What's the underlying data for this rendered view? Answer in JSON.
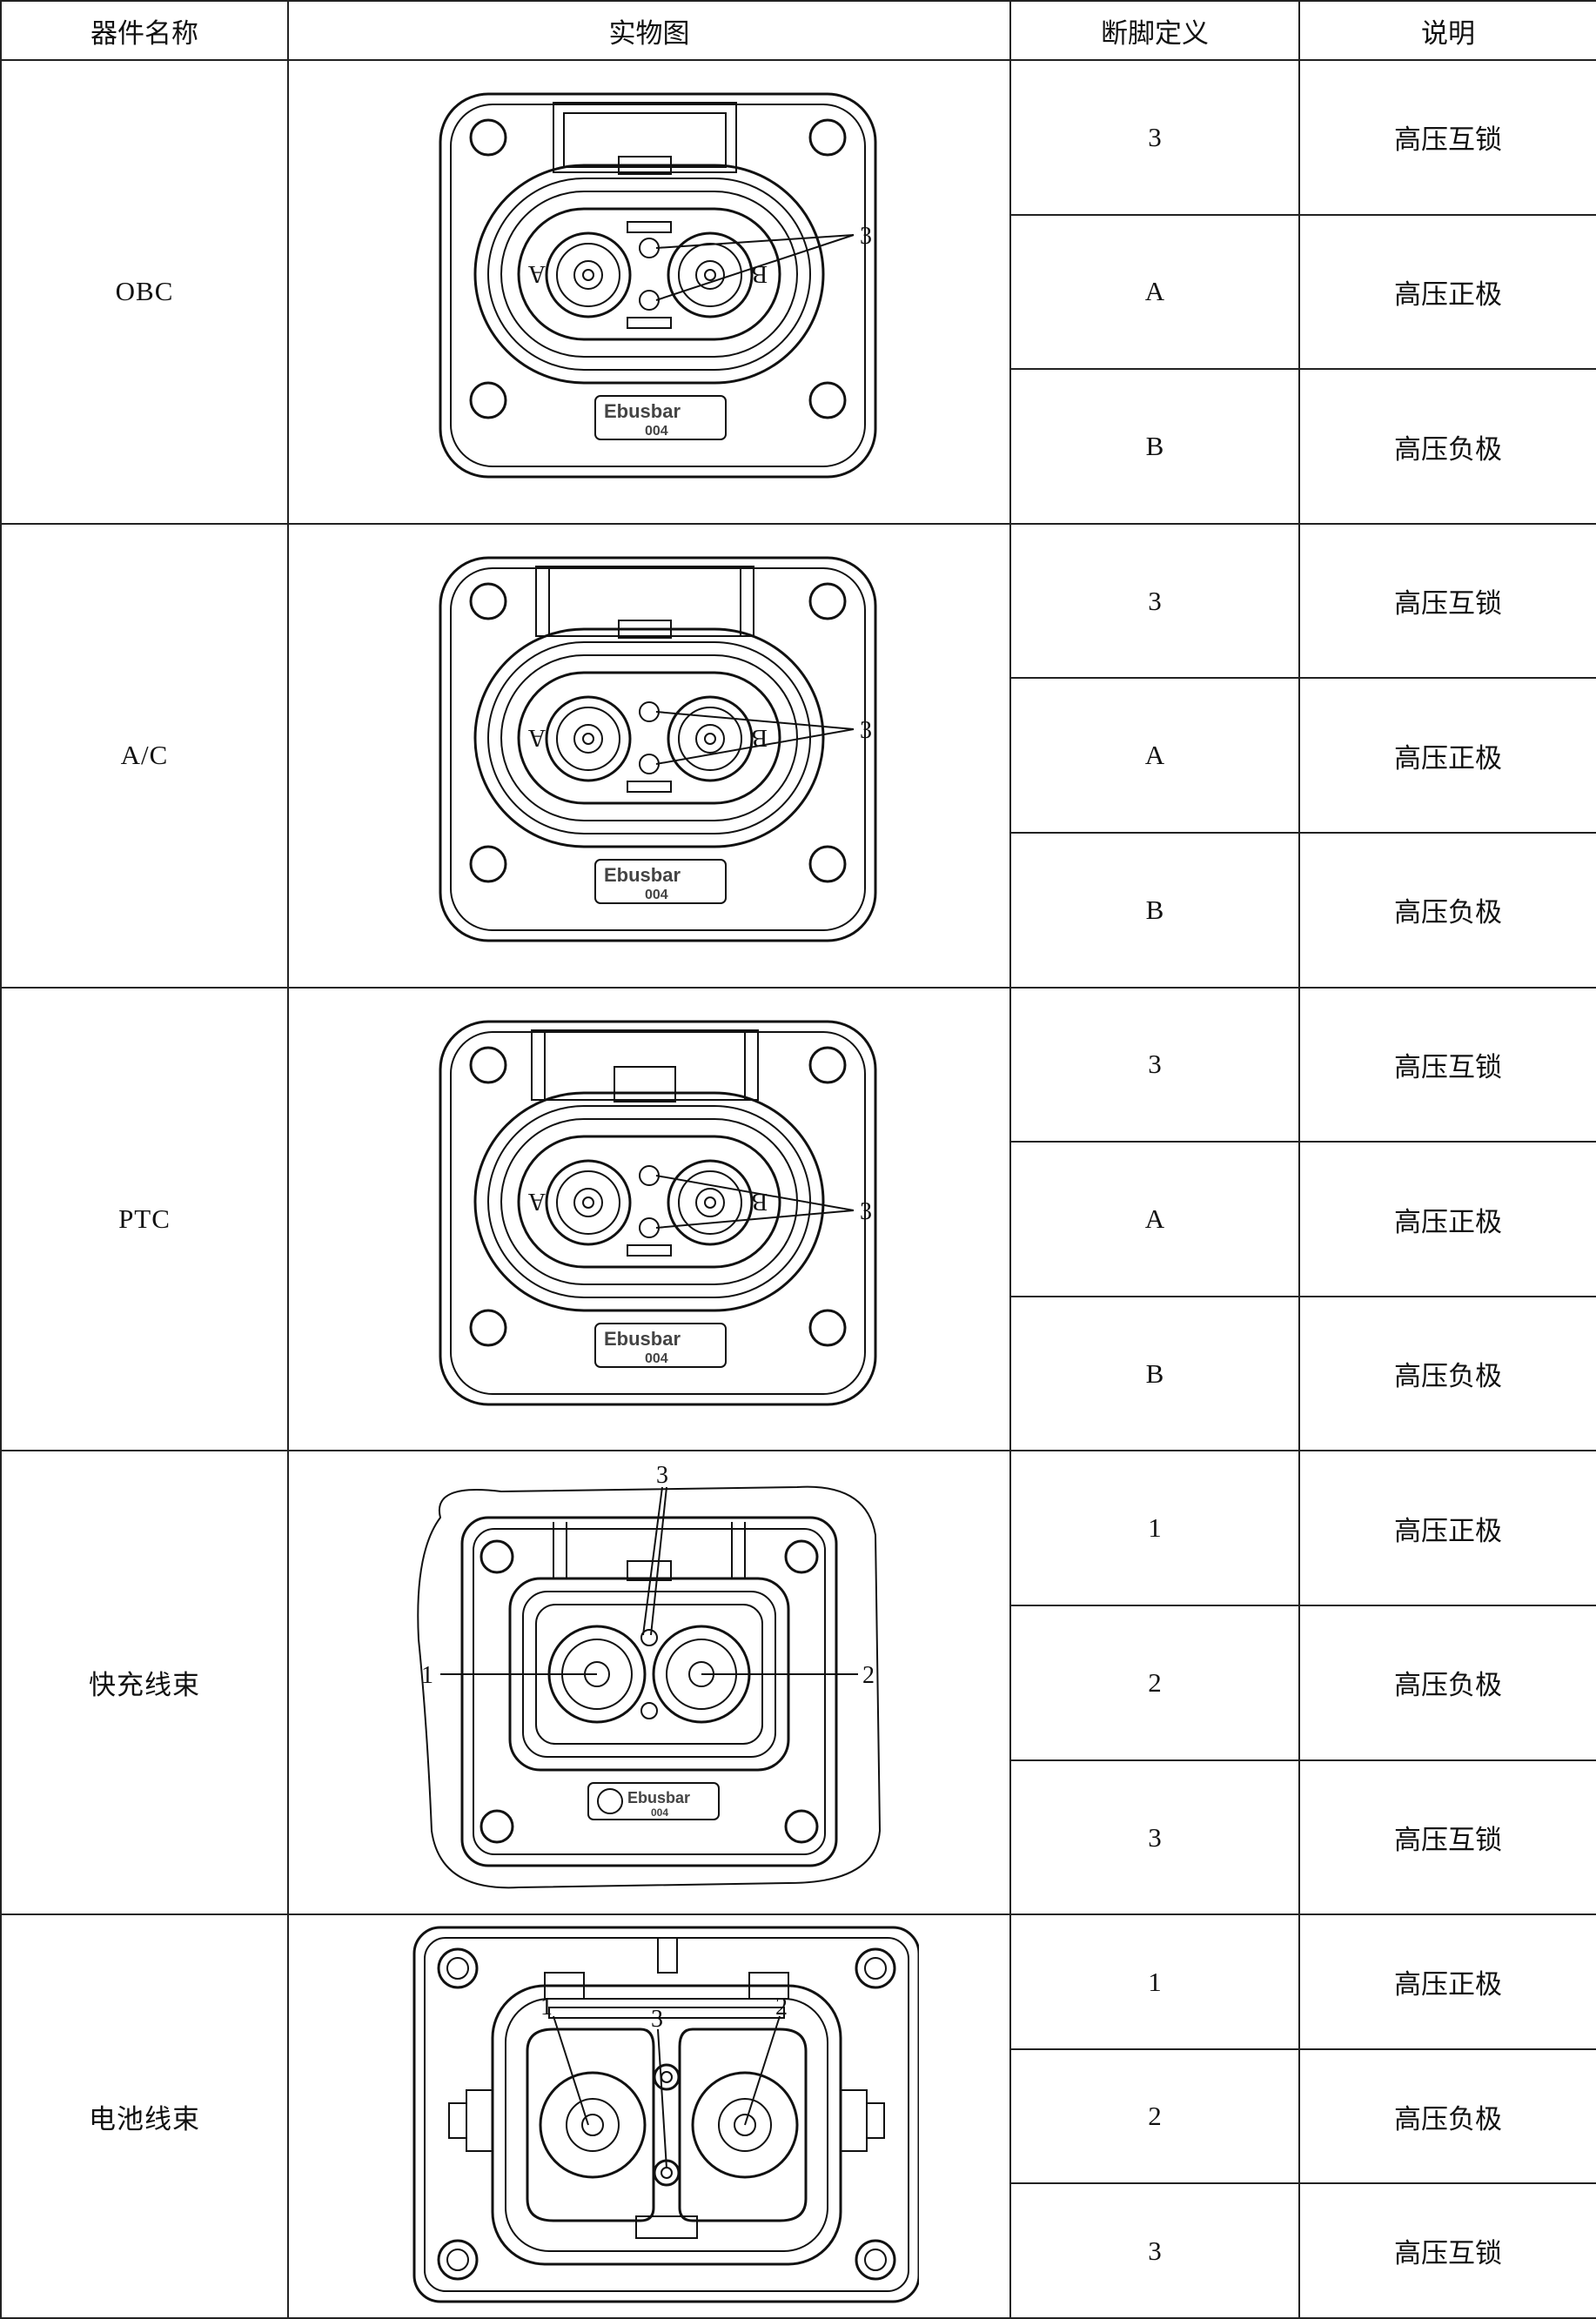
{
  "headers": {
    "component": "器件名称",
    "photo": "实物图",
    "pin": "断脚定义",
    "description": "说明"
  },
  "rows": [
    {
      "component": "OBC",
      "diagram_labels": {
        "side_a": "A",
        "side_b": "B",
        "callout": "3",
        "logo": "Ebusbar",
        "logo_sub": "004"
      },
      "pins": [
        {
          "pin": "3",
          "description": "高压互锁"
        },
        {
          "pin": "A",
          "description": "高压正极"
        },
        {
          "pin": "B",
          "description": "高压负极"
        }
      ]
    },
    {
      "component": "A/C",
      "diagram_labels": {
        "side_a": "A",
        "side_b": "B",
        "callout": "3",
        "logo": "Ebusbar",
        "logo_sub": "004"
      },
      "pins": [
        {
          "pin": "3",
          "description": "高压互锁"
        },
        {
          "pin": "A",
          "description": "高压正极"
        },
        {
          "pin": "B",
          "description": "高压负极"
        }
      ]
    },
    {
      "component": "PTC",
      "diagram_labels": {
        "side_a": "A",
        "side_b": "B",
        "callout": "3",
        "logo": "Ebusbar",
        "logo_sub": "004"
      },
      "pins": [
        {
          "pin": "3",
          "description": "高压互锁"
        },
        {
          "pin": "A",
          "description": "高压正极"
        },
        {
          "pin": "B",
          "description": "高压负极"
        }
      ]
    },
    {
      "component": "快充线束",
      "diagram_labels": {
        "left": "1",
        "right": "2",
        "top": "3",
        "logo": "Ebusbar",
        "logo_sub": "004"
      },
      "pins": [
        {
          "pin": "1",
          "description": "高压正极"
        },
        {
          "pin": "2",
          "description": "高压负极"
        },
        {
          "pin": "3",
          "description": "高压互锁"
        }
      ]
    },
    {
      "component": "电池线束",
      "diagram_labels": {
        "left": "1",
        "right": "2",
        "mid": "3"
      },
      "pins": [
        {
          "pin": "1",
          "description": "高压正极"
        },
        {
          "pin": "2",
          "description": "高压负极"
        },
        {
          "pin": "3",
          "description": "高压互锁"
        }
      ]
    }
  ]
}
